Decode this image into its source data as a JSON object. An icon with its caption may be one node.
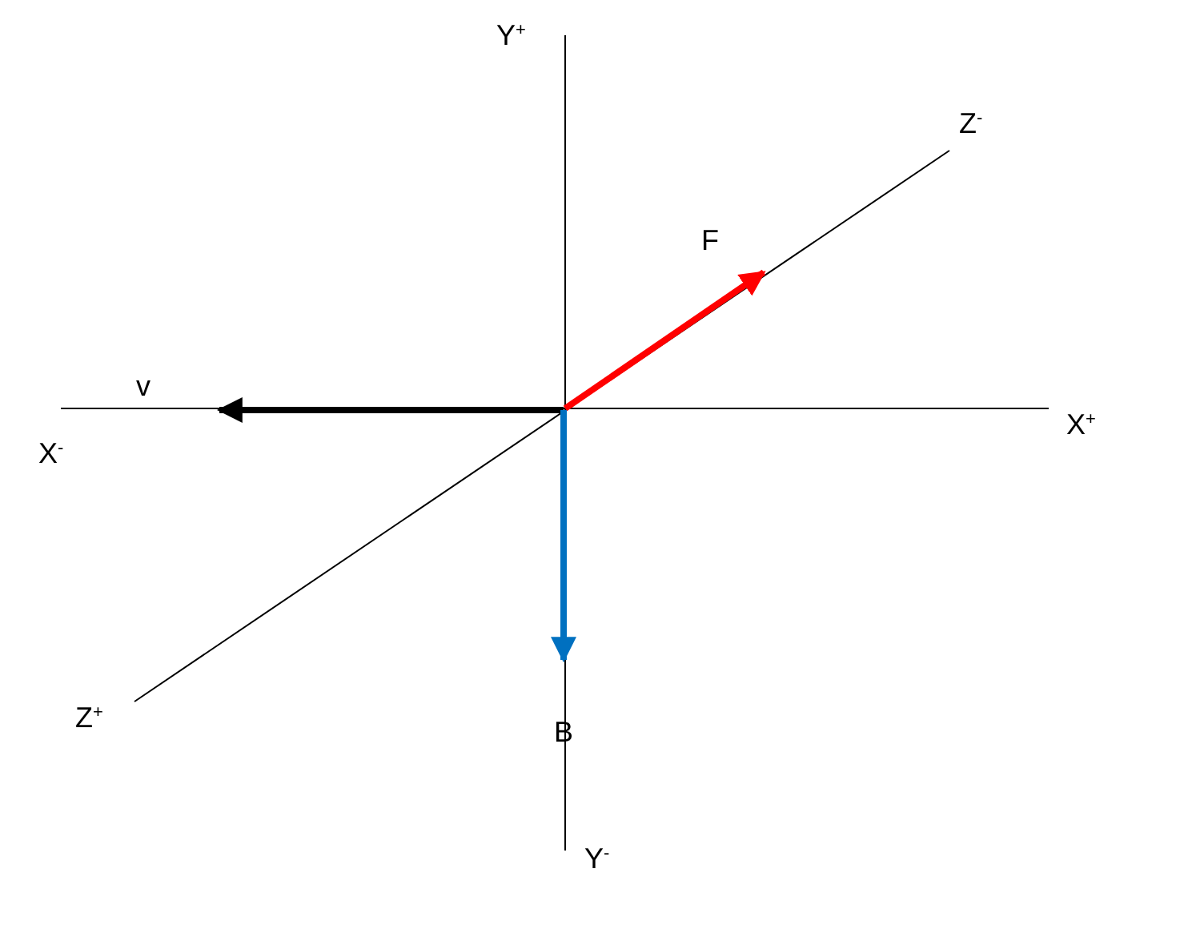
{
  "diagram": {
    "labels": [
      "Y$^{+}$",
      "Z$^{-}$",
      "F",
      "v",
      "X$^{-}$",
      "X$^{+}$",
      "Z$^{+}$",
      "B",
      "Y$^{-}$"
    ]
  }
}
